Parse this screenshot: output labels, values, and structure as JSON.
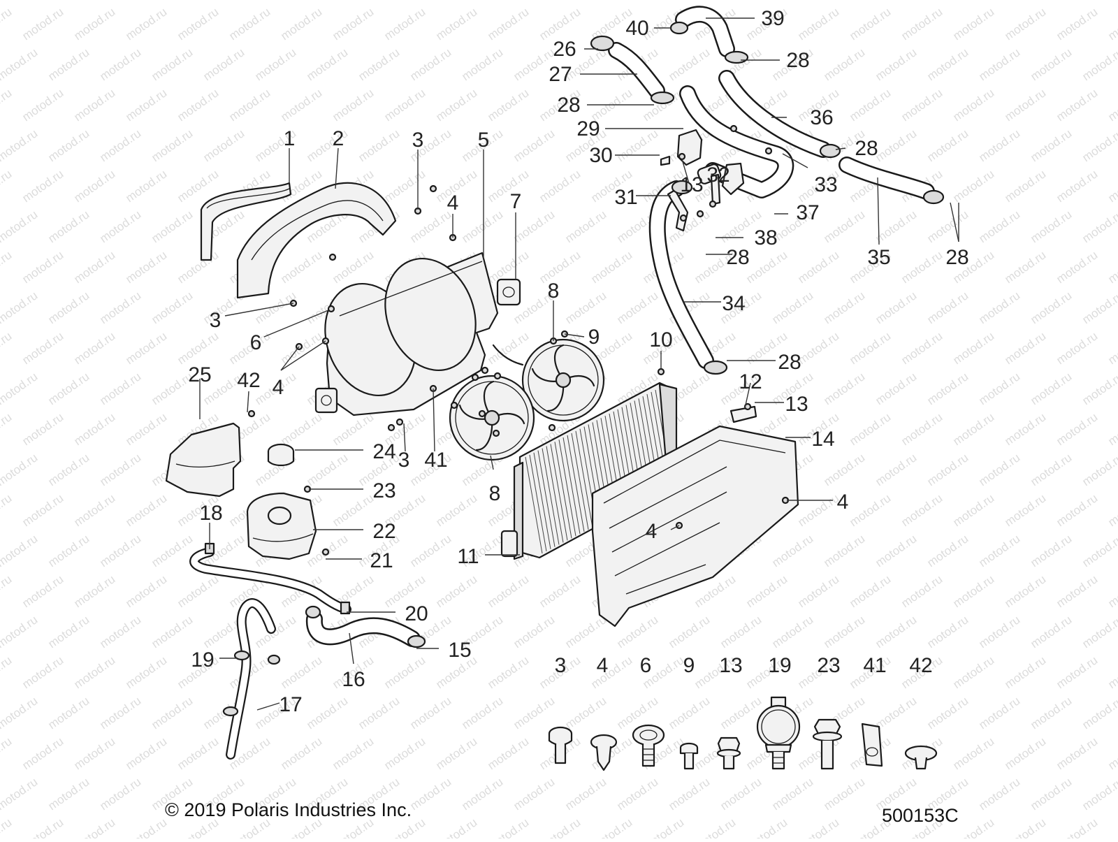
{
  "watermark": "motod.ru",
  "callouts": [
    "1",
    "2",
    "3",
    "4",
    "5",
    "6",
    "7",
    "8",
    "9",
    "10",
    "11",
    "12",
    "13",
    "14",
    "15",
    "16",
    "17",
    "18",
    "19",
    "20",
    "21",
    "22",
    "23",
    "24",
    "25",
    "26",
    "27",
    "28",
    "29",
    "30",
    "31",
    "32",
    "33",
    "34",
    "35",
    "36",
    "37",
    "38",
    "39",
    "40",
    "41",
    "42"
  ],
  "hardware_legend": [
    "3",
    "4",
    "6",
    "9",
    "13",
    "19",
    "23",
    "41",
    "42"
  ],
  "copyright": "© 2019 Polaris Industries Inc.",
  "diagram_code": "500153C"
}
